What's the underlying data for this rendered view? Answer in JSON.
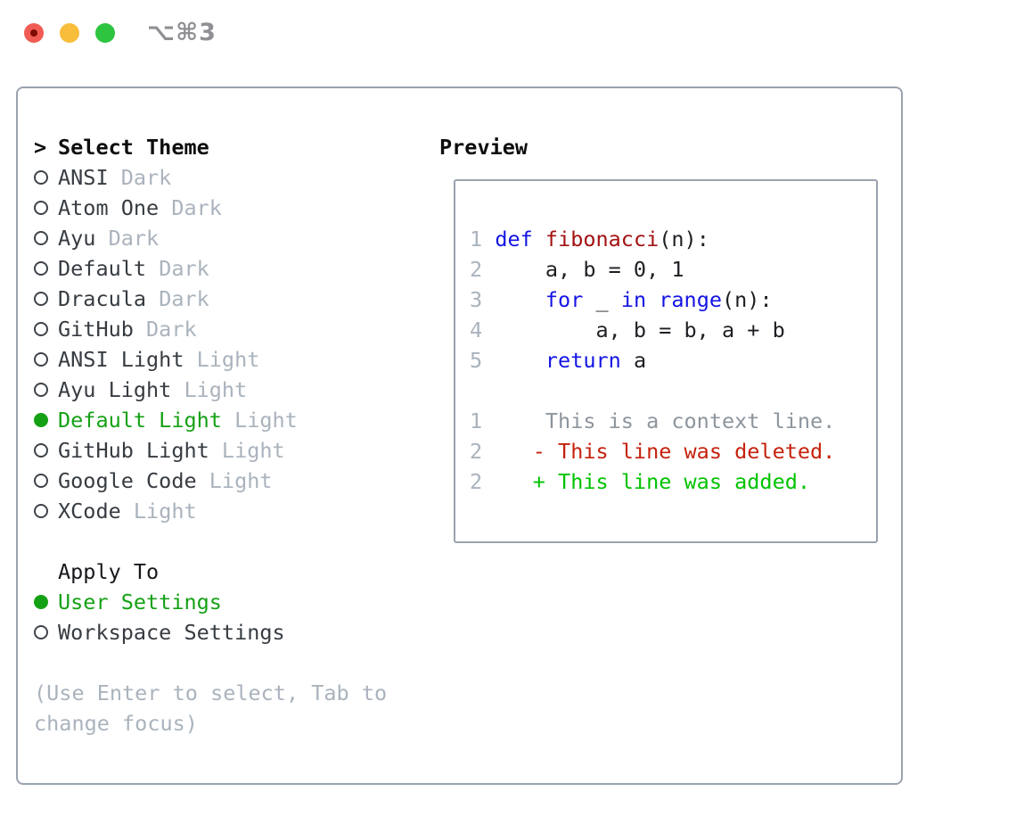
{
  "titlebar": {
    "title": "⌥⌘3"
  },
  "left": {
    "caret": ">",
    "heading": "Select Theme",
    "apply_heading": "Apply To",
    "themes": [
      {
        "name": "ANSI",
        "variant": "Dark",
        "selected": false
      },
      {
        "name": "Atom One",
        "variant": "Dark",
        "selected": false
      },
      {
        "name": "Ayu",
        "variant": "Dark",
        "selected": false
      },
      {
        "name": "Default",
        "variant": "Dark",
        "selected": false
      },
      {
        "name": "Dracula",
        "variant": "Dark",
        "selected": false
      },
      {
        "name": "GitHub",
        "variant": "Dark",
        "selected": false
      },
      {
        "name": "ANSI Light",
        "variant": "Light",
        "selected": false
      },
      {
        "name": "Ayu Light",
        "variant": "Light",
        "selected": false
      },
      {
        "name": "Default Light",
        "variant": "Light",
        "selected": true
      },
      {
        "name": "GitHub Light",
        "variant": "Light",
        "selected": false
      },
      {
        "name": "Google Code",
        "variant": "Light",
        "selected": false
      },
      {
        "name": "XCode",
        "variant": "Light",
        "selected": false
      }
    ],
    "apply_options": [
      {
        "label": "User Settings",
        "selected": true
      },
      {
        "label": "Workspace Settings",
        "selected": false
      }
    ],
    "hint_line1": "(Use Enter to select, Tab to",
    "hint_line2": "change focus)"
  },
  "preview": {
    "heading": "Preview",
    "lines": [
      {
        "num": "1",
        "segs": [
          [
            " ",
            "p"
          ],
          [
            "def",
            "kw"
          ],
          [
            " ",
            "p"
          ],
          [
            "fibonacci",
            "fn"
          ],
          [
            "(n):",
            "p"
          ]
        ]
      },
      {
        "num": "2",
        "segs": [
          [
            "     a, b = 0, 1",
            "p"
          ]
        ]
      },
      {
        "num": "3",
        "segs": [
          [
            "     ",
            "p"
          ],
          [
            "for",
            "kw"
          ],
          [
            " _ ",
            "p"
          ],
          [
            "in",
            "kw"
          ],
          [
            " ",
            "p"
          ],
          [
            "range",
            "kw"
          ],
          [
            "(n):",
            "p"
          ]
        ]
      },
      {
        "num": "4",
        "segs": [
          [
            "         a, b = b, a + b",
            "p"
          ]
        ]
      },
      {
        "num": "5",
        "segs": [
          [
            "     ",
            "p"
          ],
          [
            "return",
            "kw"
          ],
          [
            " a",
            "p"
          ]
        ]
      },
      {
        "num": "",
        "segs": []
      },
      {
        "num": "1",
        "segs": [
          [
            "     This is a context line.",
            "ctx"
          ]
        ]
      },
      {
        "num": "2",
        "segs": [
          [
            "    ",
            "p"
          ],
          [
            "- This line was deleted.",
            "del"
          ]
        ]
      },
      {
        "num": "2",
        "segs": [
          [
            "    ",
            "p"
          ],
          [
            "+ This line was added.",
            "add"
          ]
        ]
      }
    ]
  },
  "colors": {
    "accent_green": "#15a115",
    "keyword_blue": "#1414e4",
    "function_red": "#a31212",
    "diff_deleted_red": "#c5220d",
    "diff_added_green": "#00c300",
    "muted_gray": "#aab3bd",
    "context_gray": "#8d959d",
    "text_dark": "#373c42",
    "border_gray": "#9aa3ae",
    "traffic_red": "#f05c54",
    "traffic_yellow": "#f8bd3b",
    "traffic_green": "#2ec440"
  }
}
